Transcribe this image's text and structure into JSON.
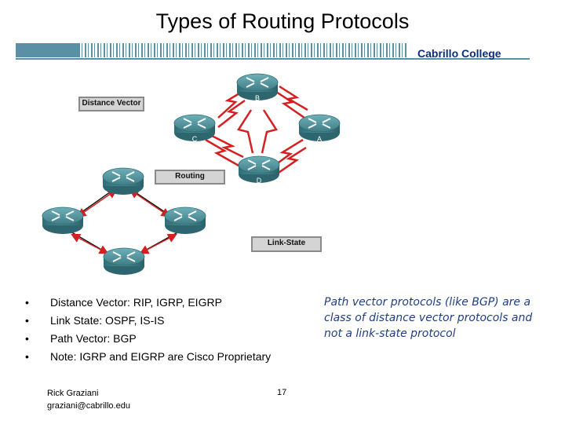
{
  "title": "Types of Routing Protocols",
  "brand": "Cabrillo College",
  "colors": {
    "accent": "#5a8fa6",
    "router": "#4e8e96",
    "arrow": "#d42020",
    "note": "#1f3f80"
  },
  "diagram": {
    "labels": {
      "distance_vector": "Distance Vector",
      "routing": "Routing",
      "link_state": "Link-State"
    },
    "routers": {
      "b": "B",
      "c": "C",
      "a": "A",
      "d": "D"
    }
  },
  "bullets": [
    "Distance Vector: RIP, IGRP, EIGRP",
    "Link State: OSPF, IS-IS",
    "Path Vector: BGP",
    "Note: IGRP and EIGRP are Cisco Proprietary"
  ],
  "note": "Path vector protocols (like BGP) are a class of distance vector protocols and not a link-state protocol",
  "footer": {
    "author": "Rick Graziani",
    "email": "graziani@cabrillo.edu",
    "page": "17"
  }
}
